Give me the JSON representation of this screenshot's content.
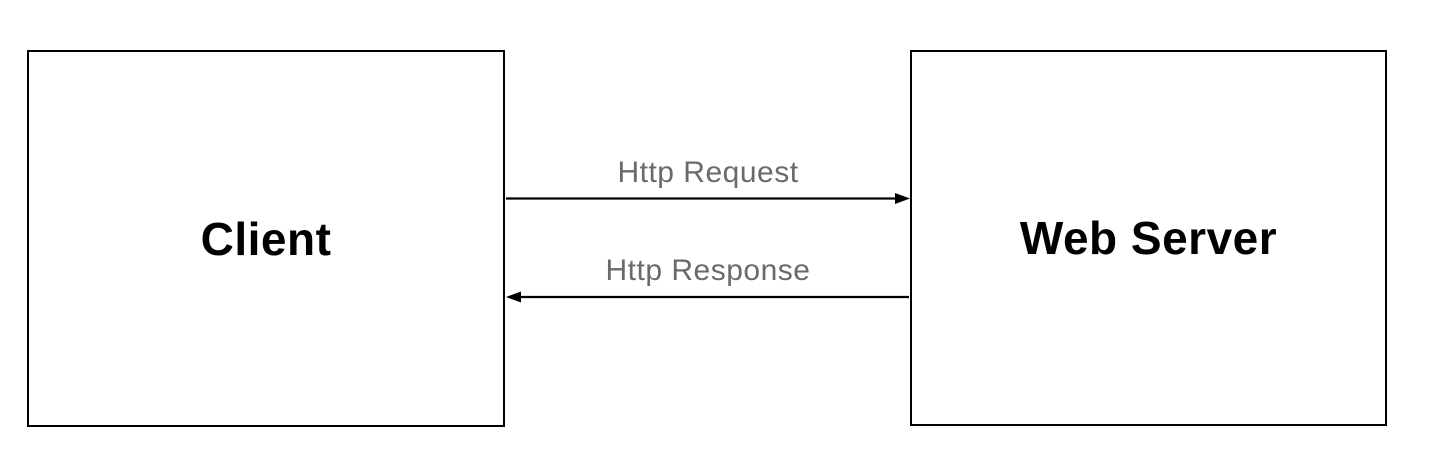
{
  "diagram": {
    "type": "client-server-communication",
    "nodes": [
      {
        "id": "client",
        "label": "Client"
      },
      {
        "id": "web-server",
        "label": "Web Server"
      }
    ],
    "edges": [
      {
        "id": "http-request",
        "label": "Http Request",
        "from": "client",
        "to": "web-server",
        "direction": "right"
      },
      {
        "id": "http-response",
        "label": "Http Response",
        "from": "web-server",
        "to": "client",
        "direction": "left"
      }
    ],
    "colors": {
      "background": "#ffffff",
      "node_border": "#000000",
      "node_label_text": "#000000",
      "edge_line": "#000000",
      "edge_label_text": "#6a6a6a"
    }
  }
}
